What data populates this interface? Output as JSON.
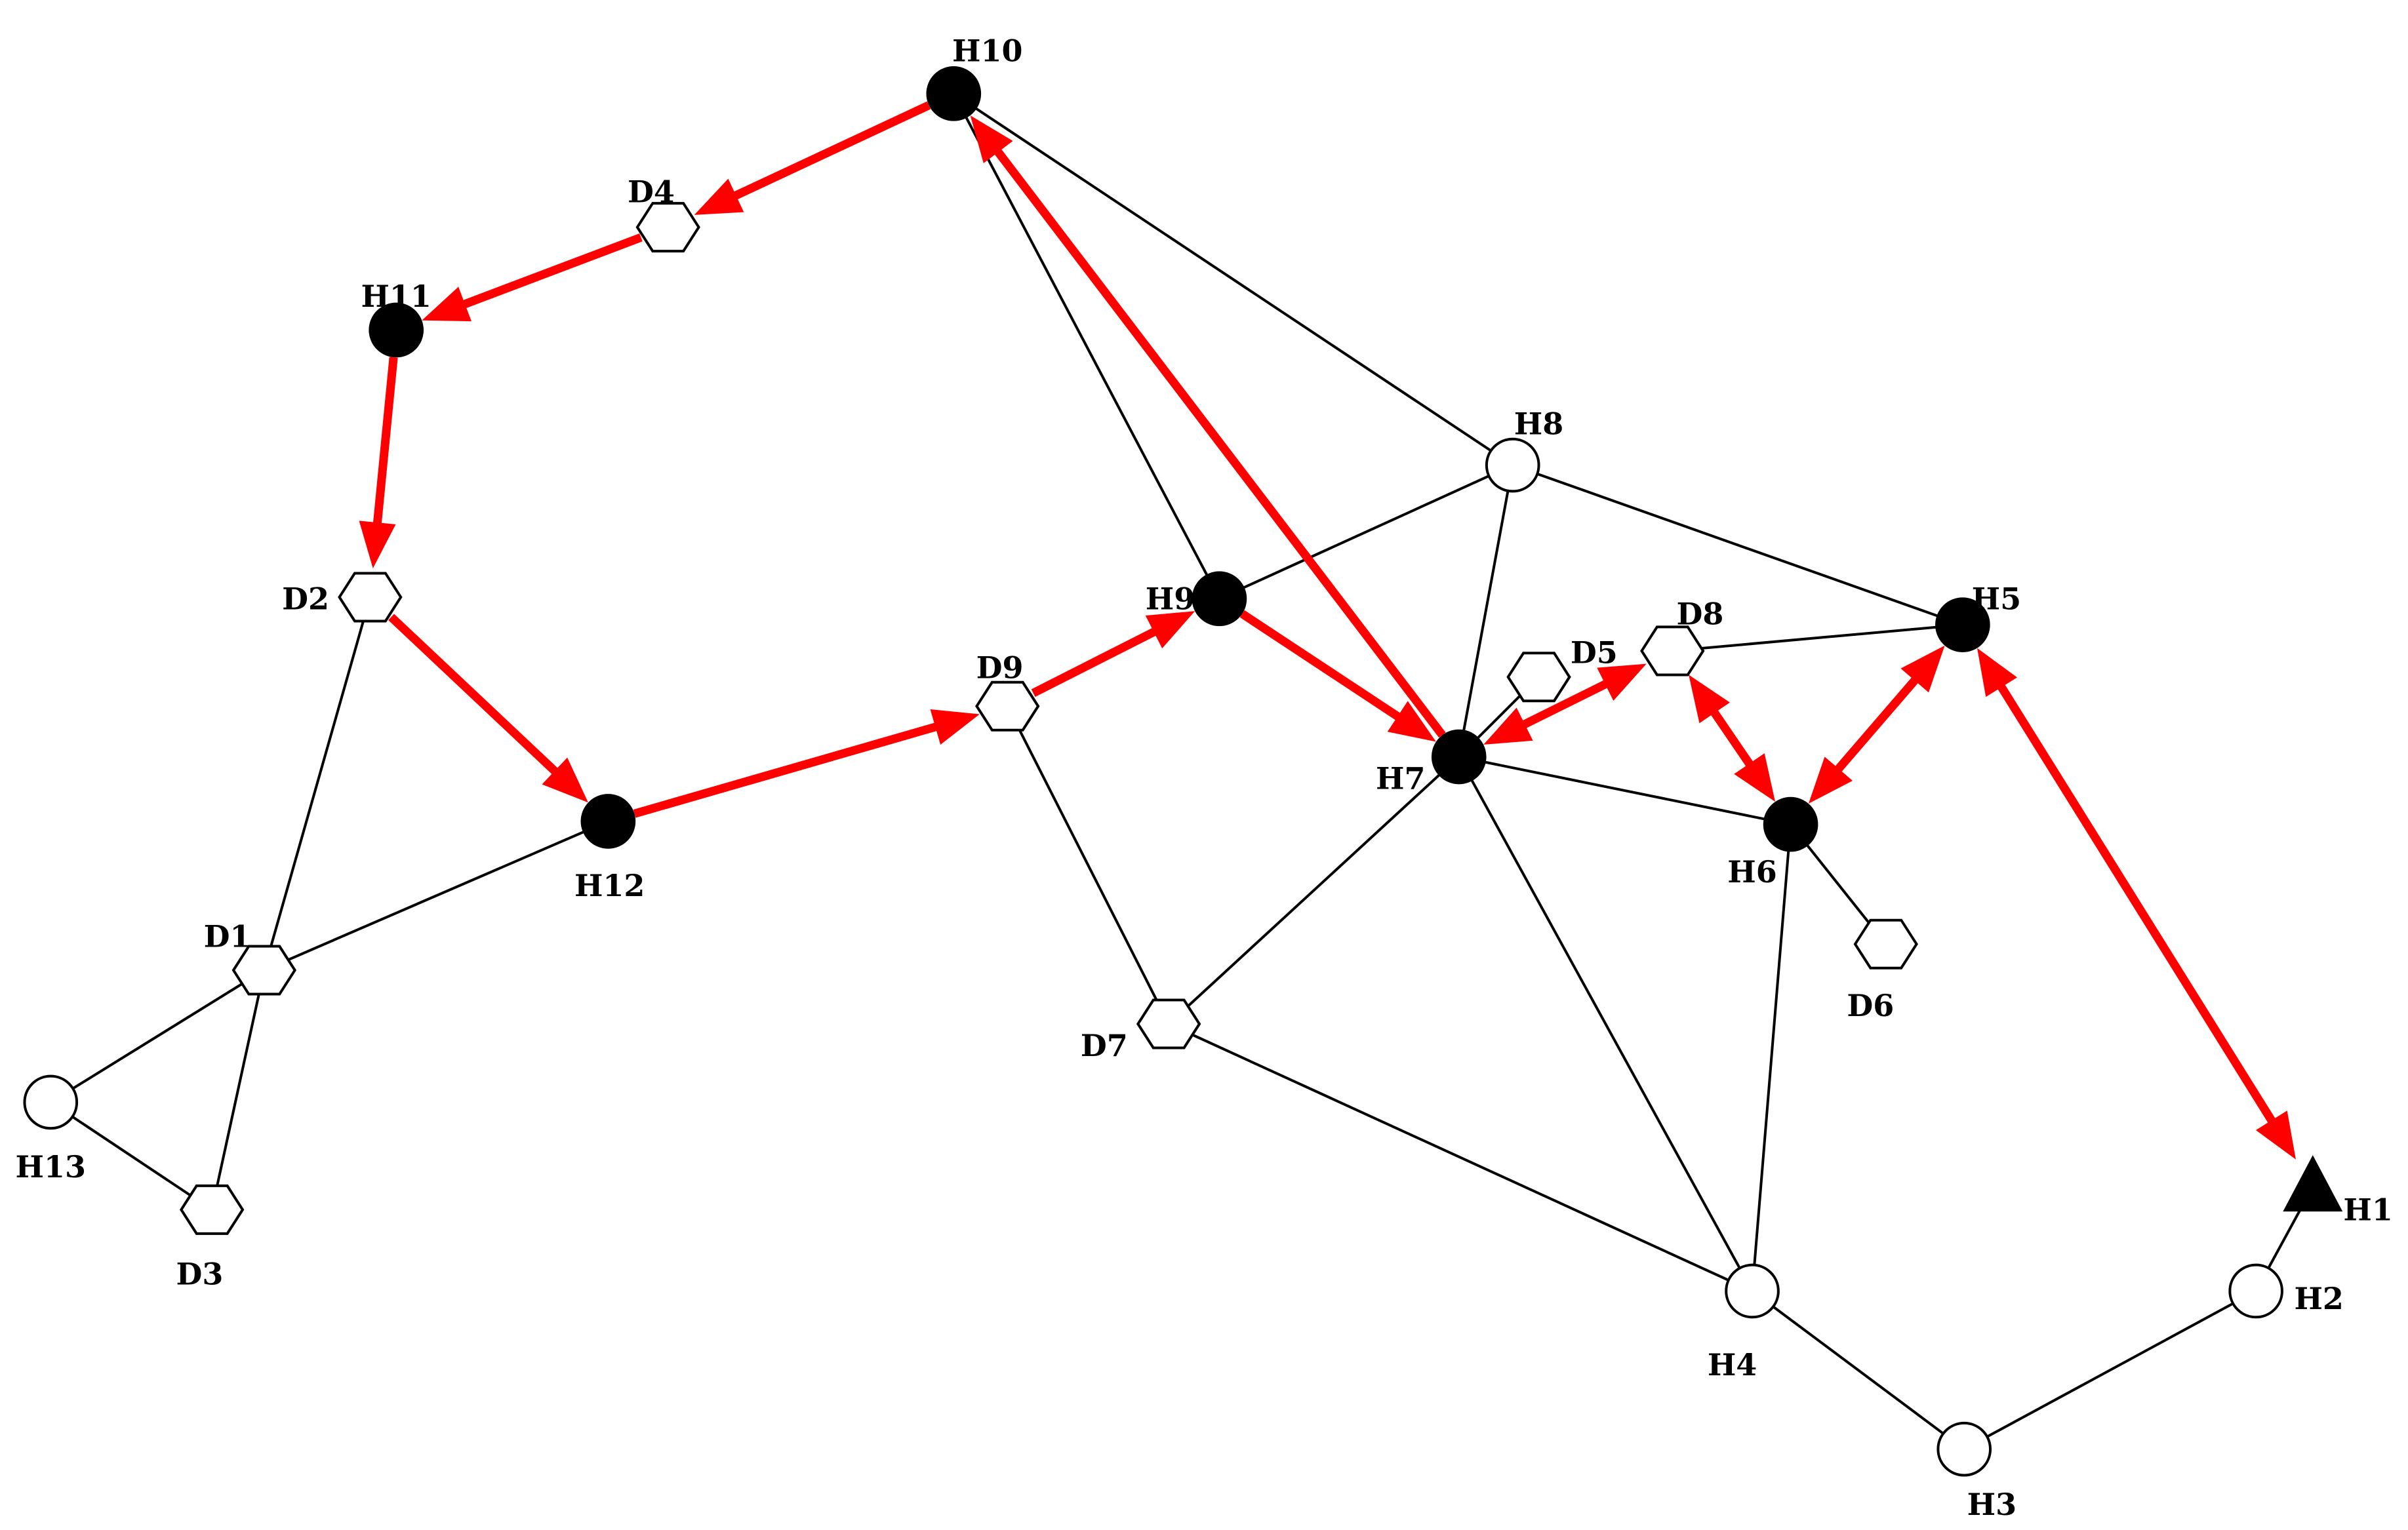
{
  "colors": {
    "route": "#ff0000",
    "edge": "#000000",
    "filled_node": "#000000",
    "empty_node": "#ffffff"
  },
  "nodes": [
    {
      "id": "H1",
      "label": "H1",
      "shape": "triangle",
      "filled": true
    },
    {
      "id": "H2",
      "label": "H2",
      "shape": "circle",
      "filled": false
    },
    {
      "id": "H3",
      "label": "H3",
      "shape": "circle",
      "filled": false
    },
    {
      "id": "H4",
      "label": "H4",
      "shape": "circle",
      "filled": false
    },
    {
      "id": "H5",
      "label": "H5",
      "shape": "circle",
      "filled": true
    },
    {
      "id": "H6",
      "label": "H6",
      "shape": "circle",
      "filled": true
    },
    {
      "id": "H7",
      "label": "H7",
      "shape": "circle",
      "filled": true
    },
    {
      "id": "H8",
      "label": "H8",
      "shape": "circle",
      "filled": false
    },
    {
      "id": "H9",
      "label": "H9",
      "shape": "circle",
      "filled": true
    },
    {
      "id": "H10",
      "label": "H10",
      "shape": "circle",
      "filled": true
    },
    {
      "id": "H11",
      "label": "H11",
      "shape": "circle",
      "filled": true
    },
    {
      "id": "H12",
      "label": "H12",
      "shape": "circle",
      "filled": true
    },
    {
      "id": "H13",
      "label": "H13",
      "shape": "circle",
      "filled": false
    },
    {
      "id": "D1",
      "label": "D1",
      "shape": "hexagon",
      "filled": false
    },
    {
      "id": "D2",
      "label": "D2",
      "shape": "hexagon",
      "filled": false
    },
    {
      "id": "D3",
      "label": "D3",
      "shape": "hexagon",
      "filled": false
    },
    {
      "id": "D4",
      "label": "D4",
      "shape": "hexagon",
      "filled": false
    },
    {
      "id": "D5",
      "label": "D5",
      "shape": "hexagon",
      "filled": false
    },
    {
      "id": "D6",
      "label": "D6",
      "shape": "hexagon",
      "filled": false
    },
    {
      "id": "D7",
      "label": "D7",
      "shape": "hexagon",
      "filled": false
    },
    {
      "id": "D8",
      "label": "D8",
      "shape": "hexagon",
      "filled": false
    },
    {
      "id": "D9",
      "label": "D9",
      "shape": "hexagon",
      "filled": false
    }
  ],
  "edges": [
    [
      "H10",
      "H9"
    ],
    [
      "H10",
      "H8"
    ],
    [
      "H8",
      "H9"
    ],
    [
      "H8",
      "H7"
    ],
    [
      "H8",
      "H5"
    ],
    [
      "D8",
      "H5"
    ],
    [
      "H7",
      "D5"
    ],
    [
      "H7",
      "H6"
    ],
    [
      "H7",
      "D7"
    ],
    [
      "H7",
      "H4"
    ],
    [
      "H6",
      "H4"
    ],
    [
      "H6",
      "D6"
    ],
    [
      "D9",
      "D7"
    ],
    [
      "D7",
      "H4"
    ],
    [
      "H4",
      "H3"
    ],
    [
      "H3",
      "H2"
    ],
    [
      "H2",
      "H1"
    ],
    [
      "D2",
      "D1"
    ],
    [
      "H12",
      "D1"
    ],
    [
      "D1",
      "H13"
    ],
    [
      "D1",
      "D3"
    ],
    [
      "H13",
      "D3"
    ]
  ],
  "routes": [
    {
      "from": "H10",
      "to": "D4",
      "direction": "forward"
    },
    {
      "from": "D4",
      "to": "H11",
      "direction": "forward"
    },
    {
      "from": "H11",
      "to": "D2",
      "direction": "forward"
    },
    {
      "from": "D2",
      "to": "H12",
      "direction": "forward"
    },
    {
      "from": "H12",
      "to": "D9",
      "direction": "forward"
    },
    {
      "from": "D9",
      "to": "H9",
      "direction": "forward"
    },
    {
      "from": "H9",
      "to": "H7",
      "direction": "forward"
    },
    {
      "from": "H7",
      "to": "H10",
      "direction": "forward"
    },
    {
      "from": "H7",
      "to": "D8",
      "direction": "both"
    },
    {
      "from": "D8",
      "to": "H6",
      "direction": "both"
    },
    {
      "from": "H6",
      "to": "H5",
      "direction": "both"
    },
    {
      "from": "H5",
      "to": "H1",
      "direction": "both"
    }
  ]
}
